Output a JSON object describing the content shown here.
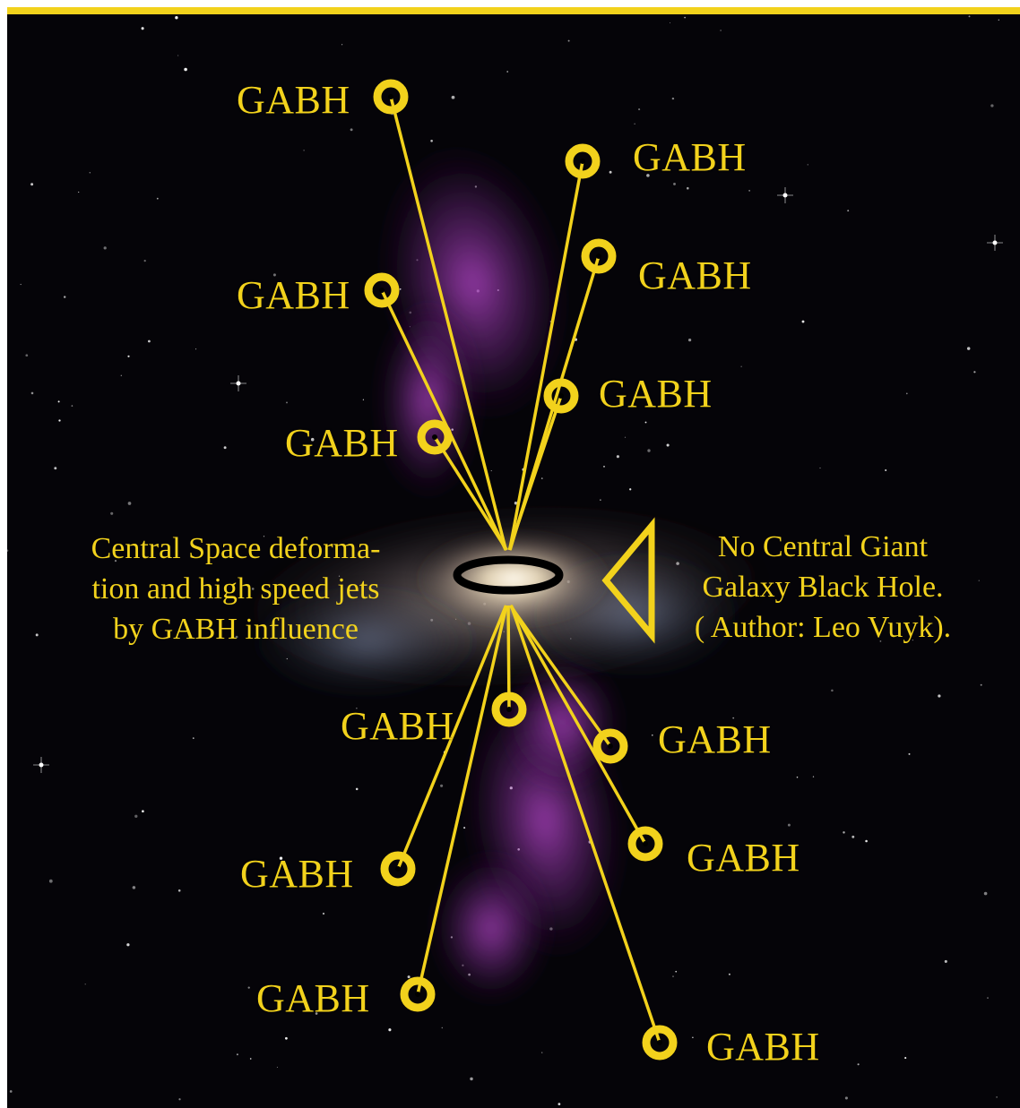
{
  "colors": {
    "frame": "#f2d21c",
    "annotation": "#f2d21c",
    "central_ring": "#000000",
    "sky": "#050408",
    "nebula_magenta": "#b33cc8",
    "core_glow": "#fff3d6"
  },
  "gabh_label": "GABH",
  "left_note": {
    "lines": [
      "Central Space deforma-",
      "tion and high speed jets",
      "by GABH influence"
    ]
  },
  "right_note": {
    "lines": [
      "No Central Giant",
      "Galaxy Black Hole.",
      "( Author: Leo Vuyk)."
    ]
  },
  "icons": {
    "gabh_marker": "ring-dot-icon",
    "central_ring": "ellipse-ring-icon",
    "pointer": "triangle-pointer-icon"
  }
}
